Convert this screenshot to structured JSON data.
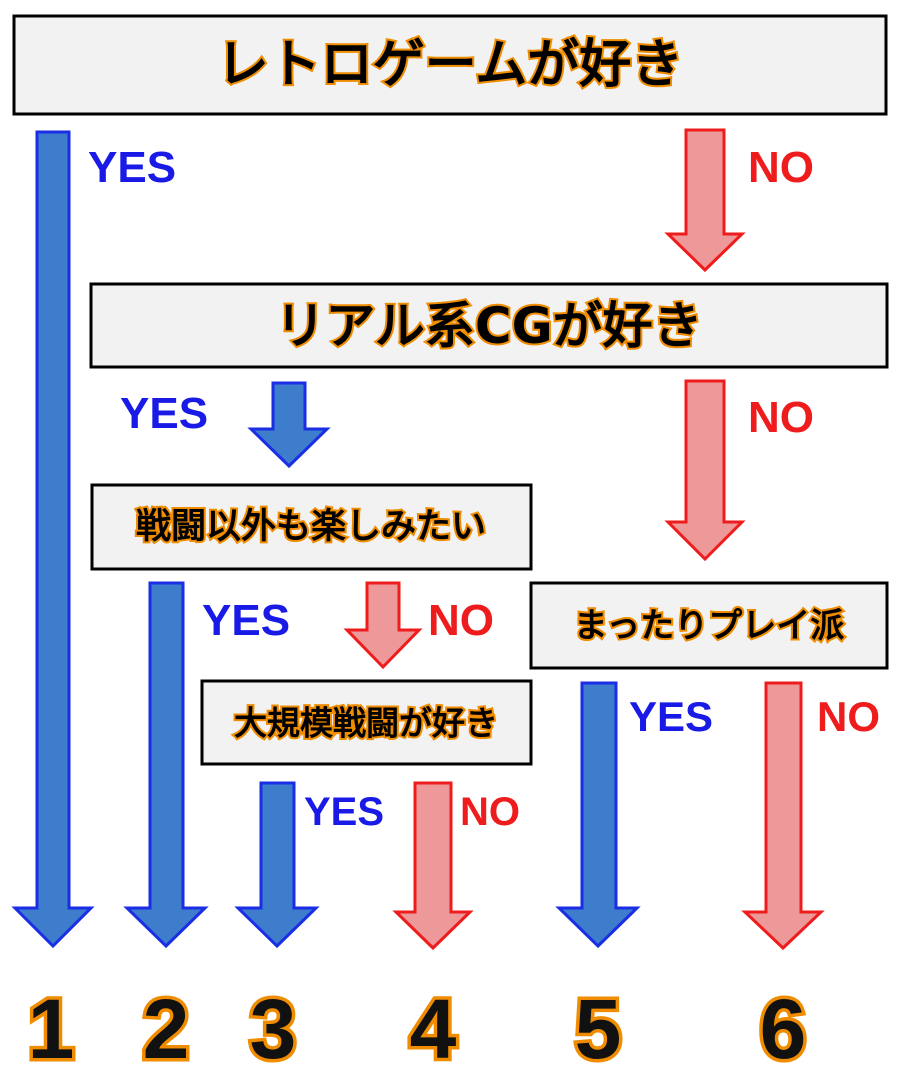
{
  "questions": {
    "q1": "レトロゲームが好き",
    "q2": "リアル系CGが好き",
    "q3": "戦闘以外も楽しみたい",
    "q4": "大規模戦闘が好き",
    "q5": "まったりプレイ派"
  },
  "labels": {
    "yes": "YES",
    "no": "NO"
  },
  "results": [
    "1",
    "2",
    "3",
    "4",
    "5",
    "6"
  ],
  "colors": {
    "yes_fill": "#3e7dcc",
    "yes_stroke": "#1a2ee6",
    "no_fill": "#ee9999",
    "no_stroke": "#ee1c1c",
    "text_outline": "#f08c00",
    "box_fill": "#f2f2f2"
  }
}
